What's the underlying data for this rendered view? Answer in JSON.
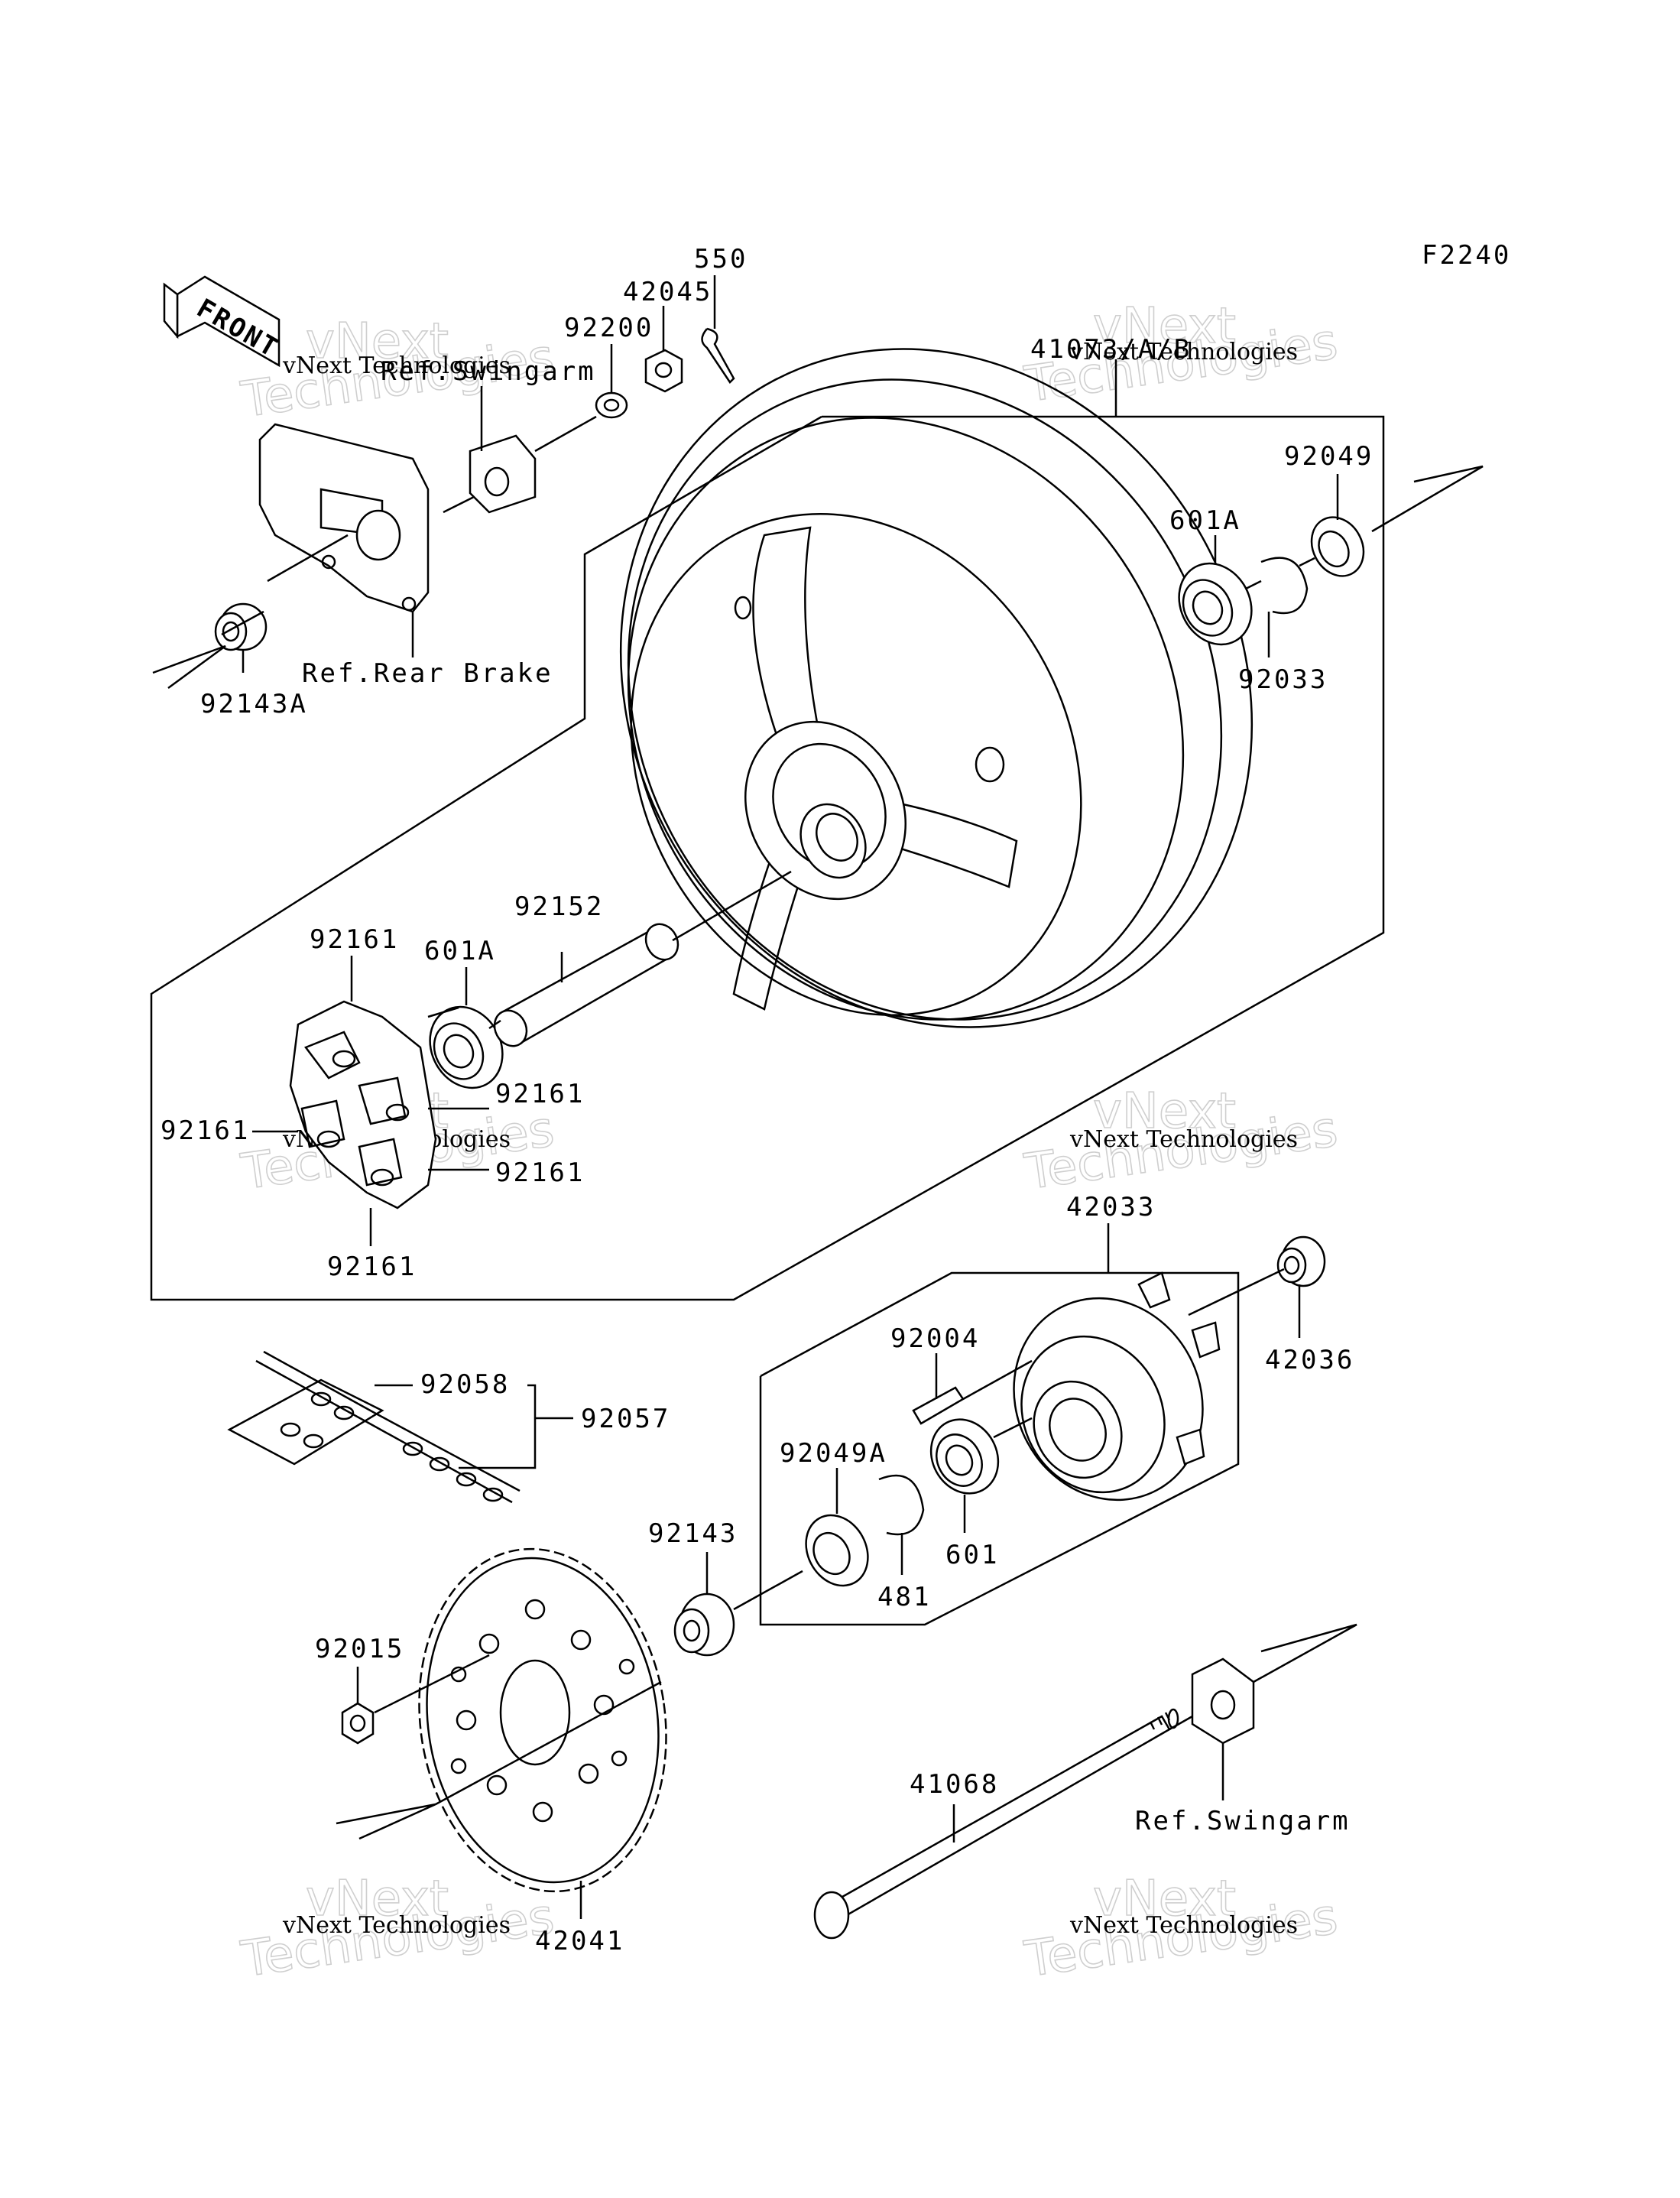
{
  "figure_code": "F2240",
  "front_marker": "FRONT",
  "watermark": {
    "line1": "vNext",
    "line2": "Technologies",
    "small": "vNext Technologies"
  },
  "references": {
    "swingarm_top": "Ref.Swingarm",
    "rear_brake": "Ref.Rear Brake",
    "swingarm_bottom": "Ref.Swingarm"
  },
  "parts": {
    "p550": "550",
    "p42045": "42045",
    "p92200": "92200",
    "p41073": "41073/A/B",
    "p92049": "92049",
    "p601A_right": "601A",
    "p92033": "92033",
    "p92143A": "92143A",
    "p92152": "92152",
    "p92161_top": "92161",
    "p601A_left": "601A",
    "p92161_r1": "92161",
    "p92161_left": "92161",
    "p92161_r2": "92161",
    "p92161_bottom": "92161",
    "p42033": "42033",
    "p42036": "42036",
    "p92004": "92004",
    "p92058": "92058",
    "p92057": "92057",
    "p92049A": "92049A",
    "p92143": "92143",
    "p481": "481",
    "p601": "601",
    "p92015": "92015",
    "p41068": "41068",
    "p42041": "42041"
  }
}
